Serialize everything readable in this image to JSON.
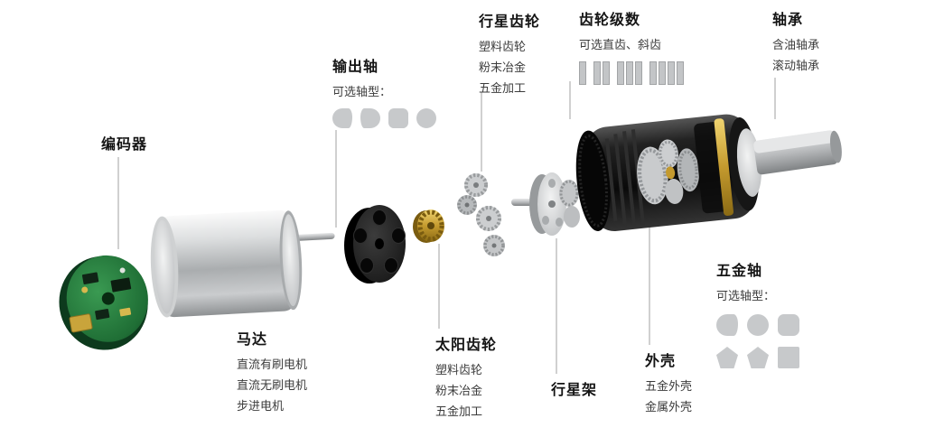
{
  "colors": {
    "background": "#ffffff",
    "title_text": "#141414",
    "item_text": "#3c3c3c",
    "shape_gray": "#c7c9cb",
    "leader_line": "#a0a0a0",
    "pcb_green": "#1f6e35",
    "brass_gold": "#c49a2e",
    "housing_black": "#111111",
    "metal_silver": "#c3c5c7"
  },
  "labels": {
    "encoder": {
      "title": "编码器"
    },
    "output_shaft": {
      "title": "输出轴",
      "subtitle": "可选轴型："
    },
    "planet_gear": {
      "title": "行星齿轮",
      "items": [
        "塑料齿轮",
        "粉末冶金",
        "五金加工"
      ]
    },
    "gear_stages": {
      "title": "齿轮级数",
      "subtitle": "可选直齿、斜齿"
    },
    "bearing": {
      "title": "轴承",
      "items": [
        "含油轴承",
        "滚动轴承"
      ]
    },
    "motor": {
      "title": "马达",
      "items": [
        "直流有刷电机",
        "直流无刷电机",
        "步进电机"
      ]
    },
    "sun_gear": {
      "title": "太阳齿轮",
      "items": [
        "塑料齿轮",
        "粉末冶金",
        "五金加工"
      ]
    },
    "planet_carrier": {
      "title": "行星架"
    },
    "housing": {
      "title": "外壳",
      "items": [
        "五金外壳",
        "金属外壳"
      ]
    },
    "metal_shaft": {
      "title": "五金轴",
      "subtitle": "可选轴型："
    }
  },
  "icons": {
    "output_shaft_types": [
      "d-cut-round",
      "d-cut-round",
      "rounded-square",
      "round"
    ],
    "metal_shaft_types": [
      "d-cut-round",
      "round",
      "rounded-square",
      "pentagon",
      "pentagon",
      "square"
    ],
    "gear_stage_counts": [
      1,
      2,
      3,
      4
    ],
    "parts": [
      "encoder-pcb",
      "motor-body",
      "end-cap",
      "sun-gear",
      "planetary-gears",
      "planet-carrier",
      "gearbox-housing",
      "output-shaft"
    ]
  }
}
